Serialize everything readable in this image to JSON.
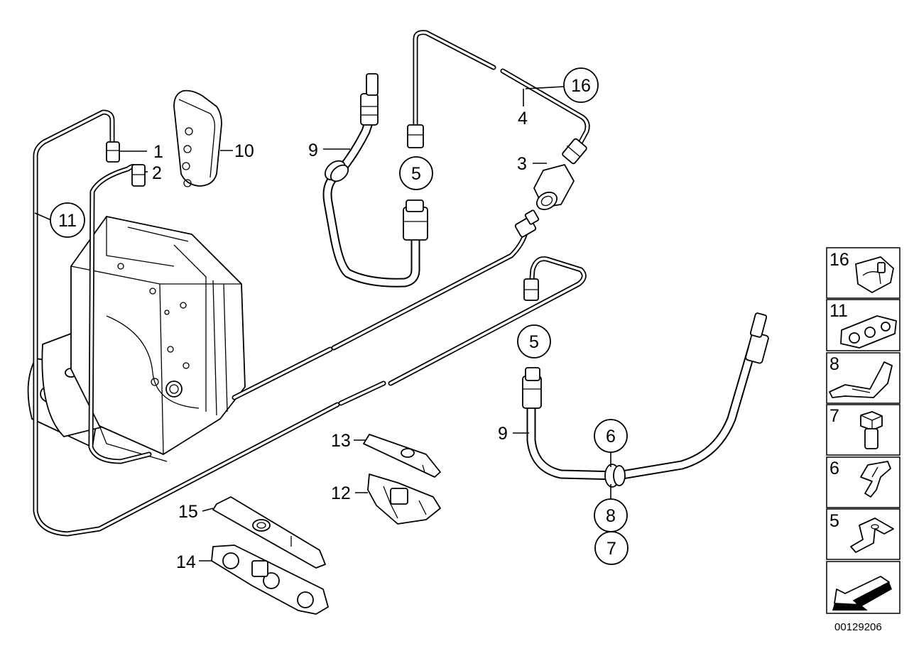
{
  "callouts": [
    {
      "id": "c1",
      "text": "1",
      "circled": false
    },
    {
      "id": "c2",
      "text": "2",
      "circled": false
    },
    {
      "id": "c3",
      "text": "3",
      "circled": false
    },
    {
      "id": "c4",
      "text": "4",
      "circled": false
    },
    {
      "id": "c5a",
      "text": "5",
      "circled": true
    },
    {
      "id": "c5b",
      "text": "5",
      "circled": true
    },
    {
      "id": "c6",
      "text": "6",
      "circled": true
    },
    {
      "id": "c7",
      "text": "7",
      "circled": true
    },
    {
      "id": "c8",
      "text": "8",
      "circled": true
    },
    {
      "id": "c9a",
      "text": "9",
      "circled": false
    },
    {
      "id": "c9b",
      "text": "9",
      "circled": false
    },
    {
      "id": "c10",
      "text": "10",
      "circled": false
    },
    {
      "id": "c11",
      "text": "11",
      "circled": true
    },
    {
      "id": "c12",
      "text": "12",
      "circled": false
    },
    {
      "id": "c13",
      "text": "13",
      "circled": false
    },
    {
      "id": "c14",
      "text": "14",
      "circled": false
    },
    {
      "id": "c15",
      "text": "15",
      "circled": false
    },
    {
      "id": "c16",
      "text": "16",
      "circled": true
    }
  ],
  "legend": {
    "items": [
      {
        "number": "16",
        "icon": "bracket-clip-icon"
      },
      {
        "number": "11",
        "icon": "double-pipe-clip-icon"
      },
      {
        "number": "8",
        "icon": "mounting-bracket-icon"
      },
      {
        "number": "7",
        "icon": "hex-bolt-icon"
      },
      {
        "number": "6",
        "icon": "spring-clip-icon"
      },
      {
        "number": "5",
        "icon": "bracket-icon"
      }
    ],
    "nav_icon": "arrow-icon"
  },
  "doc_id": "00129206"
}
